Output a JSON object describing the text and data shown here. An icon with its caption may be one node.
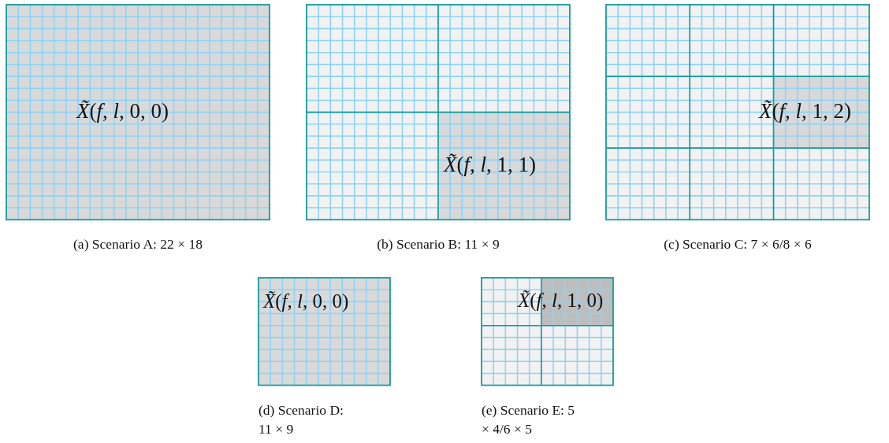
{
  "diagram": {
    "nodes": [
      {
        "text": [
          "*X̃*(*f*, *l*, 0, 0)"
        ],
        "beside": [
          "(a) Scenario A: 22 × 18"
        ]
      },
      {
        "text": [],
        "shape": "box",
        "beside": [
          "(b) Scenario B: 11 × 9"
        ]
      },
      {
        "text": [
          "*X̃*(*f*, *l*, 1, 1)"
        ],
        "in": 1
      },
      {
        "text": [],
        "shape": "box",
        "beside": [
          "(c) Scenario C: 7 × 6/8 × 6"
        ]
      },
      {
        "text": [
          "*X̃*(*f*, *l*, 1, 2)"
        ],
        "in": 3
      },
      {
        "text": [
          "*X̃*(*f*, *l*, 0, 0)"
        ],
        "beside": [
          "(d) Scenario D: 11 × 9"
        ]
      },
      {
        "text": [],
        "shape": "box",
        "beside": [
          "(e) Scenario E: 5 × 4/6 × 5"
        ]
      },
      {
        "text": [
          "*X̃*(*f*, *l*, 1, 0)"
        ],
        "in": 6
      }
    ]
  }
}
